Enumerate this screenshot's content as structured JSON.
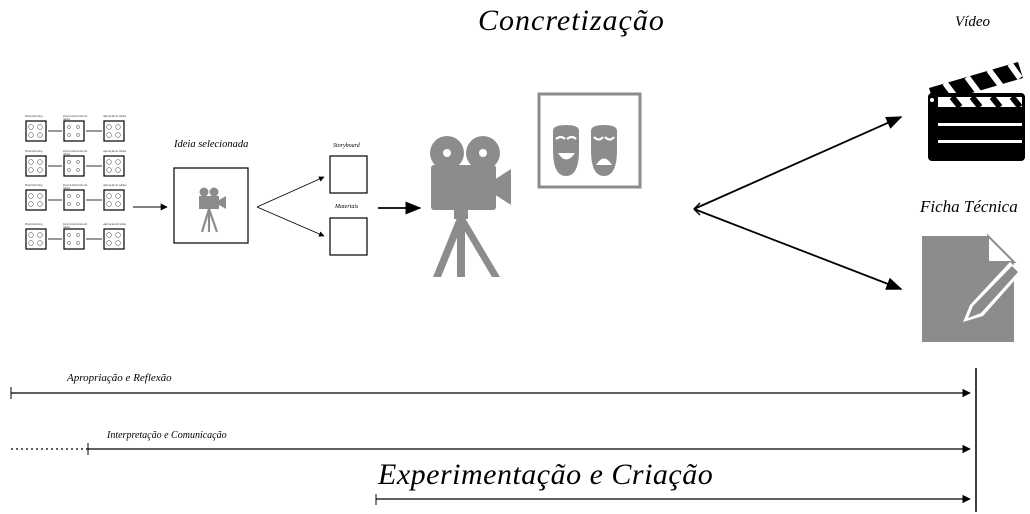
{
  "title": "Concretização",
  "outputs": {
    "video_label": "Vídeo",
    "ficha_label": "Ficha Técnica"
  },
  "process": {
    "selected_idea_label": "Ideia selecionada",
    "storyboard_label": "Storyboard",
    "materials_label": "Materiais",
    "mini_grid": {
      "rows": 4,
      "columns": [
        "Brainstorming",
        "Desenvolvimento de ideias",
        "Apuração de ideias"
      ]
    }
  },
  "timelines": {
    "appropriation": "Apropriação e Reflexão",
    "interpretation": "Interpretação e Comunicação",
    "experimentation": "Experimentação e Criação"
  },
  "colors": {
    "icon_gray": "#8c8c8c",
    "ink": "#000000"
  },
  "icons": [
    "movie-camera-icon",
    "theater-masks-icon",
    "clapperboard-icon",
    "document-pencil-icon"
  ]
}
